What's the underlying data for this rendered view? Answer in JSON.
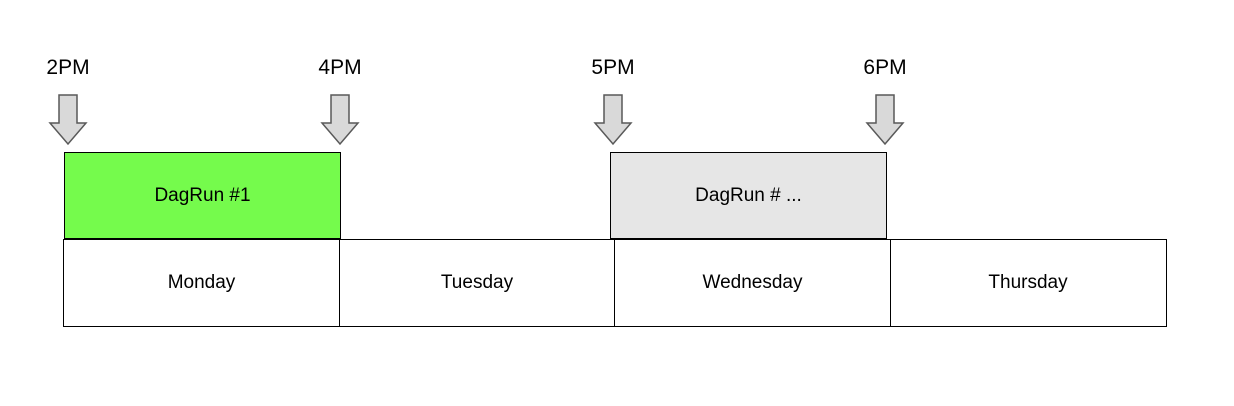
{
  "time_markers": [
    {
      "label": "2PM"
    },
    {
      "label": "4PM"
    },
    {
      "label": "5PM"
    },
    {
      "label": "6PM"
    }
  ],
  "dag_runs": [
    {
      "label": "DagRun #1",
      "color": "#75fb4c"
    },
    {
      "label": "DagRun # ...",
      "color": "#e6e6e6"
    }
  ],
  "days": [
    {
      "label": "Monday"
    },
    {
      "label": "Tuesday"
    },
    {
      "label": "Wednesday"
    },
    {
      "label": "Thursday"
    }
  ],
  "colors": {
    "arrow_fill": "#d9d9d9",
    "arrow_stroke": "#595959"
  }
}
